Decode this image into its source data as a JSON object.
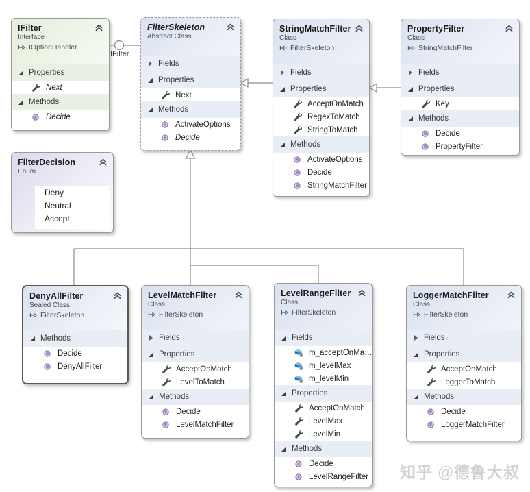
{
  "watermark": "知乎 @德鲁大叔",
  "connectors": {
    "lollipop_label": "IFilter"
  },
  "colors": {
    "class_header": "#dbe2f0",
    "interface_header": "#e3eedb",
    "enum_header": "#ddd8ee",
    "section_band": "#e9edf6",
    "interface_section_band": "#eaf0e4",
    "connector_line": "#8c8c8c",
    "method_icon_purple": "#8f6fb3",
    "field_icon_blue": "#1f6fb5",
    "sealed_border": "#595959"
  },
  "boxes": {
    "ifilter": {
      "title": "IFilter",
      "kind": "Interface",
      "base": "IOptionHandler",
      "rows": [
        {
          "type": "section",
          "label": "Properties",
          "expanded": true
        },
        {
          "type": "property",
          "label": "Next",
          "italic": true
        },
        {
          "type": "section",
          "label": "Methods",
          "expanded": true
        },
        {
          "type": "method",
          "label": "Decide",
          "italic": true
        }
      ]
    },
    "filterskeleton": {
      "title": "FilterSkeleton",
      "kind": "Abstract Class",
      "rows": [
        {
          "type": "section",
          "label": "Fields",
          "expanded": false
        },
        {
          "type": "section",
          "label": "Properties",
          "expanded": true
        },
        {
          "type": "property",
          "label": "Next"
        },
        {
          "type": "section",
          "label": "Methods",
          "expanded": true
        },
        {
          "type": "method",
          "label": "ActivateOptions"
        },
        {
          "type": "method",
          "label": "Decide",
          "italic": true
        }
      ]
    },
    "stringmatchfilter": {
      "title": "StringMatchFilter",
      "kind": "Class",
      "base": "FilterSkeleton",
      "rows": [
        {
          "type": "section",
          "label": "Fields",
          "expanded": false
        },
        {
          "type": "section",
          "label": "Properties",
          "expanded": true
        },
        {
          "type": "property",
          "label": "AcceptOnMatch"
        },
        {
          "type": "property",
          "label": "RegexToMatch"
        },
        {
          "type": "property",
          "label": "StringToMatch"
        },
        {
          "type": "section",
          "label": "Methods",
          "expanded": true
        },
        {
          "type": "method",
          "label": "ActivateOptions"
        },
        {
          "type": "method",
          "label": "Decide"
        },
        {
          "type": "method",
          "label": "StringMatchFilter"
        }
      ]
    },
    "propertyfilter": {
      "title": "PropertyFilter",
      "kind": "Class",
      "base": "StringMatchFilter",
      "rows": [
        {
          "type": "section",
          "label": "Fields",
          "expanded": false
        },
        {
          "type": "section",
          "label": "Properties",
          "expanded": true
        },
        {
          "type": "property",
          "label": "Key"
        },
        {
          "type": "section",
          "label": "Methods",
          "expanded": true
        },
        {
          "type": "method",
          "label": "Decide"
        },
        {
          "type": "method",
          "label": "PropertyFilter"
        }
      ]
    },
    "filterdecision": {
      "title": "FilterDecision",
      "kind": "Enum",
      "rows": [
        {
          "type": "literal",
          "label": "Deny"
        },
        {
          "type": "literal",
          "label": "Neutral"
        },
        {
          "type": "literal",
          "label": "Accept"
        }
      ]
    },
    "denyallfilter": {
      "title": "DenyAllFilter",
      "kind": "Sealed Class",
      "base": "FilterSkeleton",
      "rows": [
        {
          "type": "section",
          "label": "Methods",
          "expanded": true
        },
        {
          "type": "method",
          "label": "Decide"
        },
        {
          "type": "method",
          "label": "DenyAllFilter"
        }
      ]
    },
    "levelmatchfilter": {
      "title": "LevelMatchFilter",
      "kind": "Class",
      "base": "FilterSkeleton",
      "rows": [
        {
          "type": "section",
          "label": "Fields",
          "expanded": false
        },
        {
          "type": "section",
          "label": "Properties",
          "expanded": true
        },
        {
          "type": "property",
          "label": "AcceptOnMatch"
        },
        {
          "type": "property",
          "label": "LevelToMatch"
        },
        {
          "type": "section",
          "label": "Methods",
          "expanded": true
        },
        {
          "type": "method",
          "label": "Decide"
        },
        {
          "type": "method",
          "label": "LevelMatchFilter"
        }
      ]
    },
    "levelrangefilter": {
      "title": "LevelRangeFilter",
      "kind": "Class",
      "base": "FilterSkeleton",
      "rows": [
        {
          "type": "section",
          "label": "Fields",
          "expanded": true
        },
        {
          "type": "field",
          "label": "m_acceptOnMa…"
        },
        {
          "type": "field",
          "label": "m_levelMax"
        },
        {
          "type": "field",
          "label": "m_levelMin"
        },
        {
          "type": "section",
          "label": "Properties",
          "expanded": true
        },
        {
          "type": "property",
          "label": "AcceptOnMatch"
        },
        {
          "type": "property",
          "label": "LevelMax"
        },
        {
          "type": "property",
          "label": "LevelMin"
        },
        {
          "type": "section",
          "label": "Methods",
          "expanded": true
        },
        {
          "type": "method",
          "label": "Decide"
        },
        {
          "type": "method",
          "label": "LevelRangeFilter"
        }
      ]
    },
    "loggermatchfilter": {
      "title": "LoggerMatchFilter",
      "kind": "Class",
      "base": "FilterSkeleton",
      "rows": [
        {
          "type": "section",
          "label": "Fields",
          "expanded": false
        },
        {
          "type": "section",
          "label": "Properties",
          "expanded": true
        },
        {
          "type": "property",
          "label": "AcceptOnMatch"
        },
        {
          "type": "property",
          "label": "LoggerToMatch"
        },
        {
          "type": "section",
          "label": "Methods",
          "expanded": true
        },
        {
          "type": "method",
          "label": "Decide"
        },
        {
          "type": "method",
          "label": "LoggerMatchFilter"
        }
      ]
    }
  }
}
